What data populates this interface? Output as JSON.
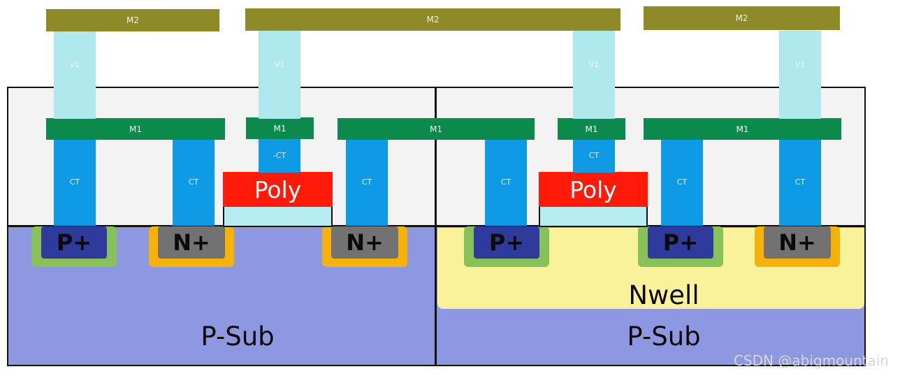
{
  "layers": {
    "m2_label": "M2",
    "m1_label": "M1",
    "v1_label": "V1",
    "ct_label": "CT",
    "ct_label_alt": "-CT",
    "poly_label": "Poly",
    "p_plus": "P+",
    "n_plus": "N+",
    "nwell": "Nwell",
    "psub": "P-Sub"
  },
  "watermark": "CSDN @abigmountain",
  "colors": {
    "m2": "#8e8a2a",
    "m1": "#0c8a4e",
    "v1": "#aee8ec",
    "ct": "#0f9ae6",
    "poly": "#ff1a0a",
    "p_diffusion": "#2e3a9c",
    "n_diffusion": "#727272",
    "p_ring": "#88c05a",
    "n_ring": "#f7b20a",
    "p_sub": "#8e98e0",
    "nwell": "#faf29a"
  }
}
